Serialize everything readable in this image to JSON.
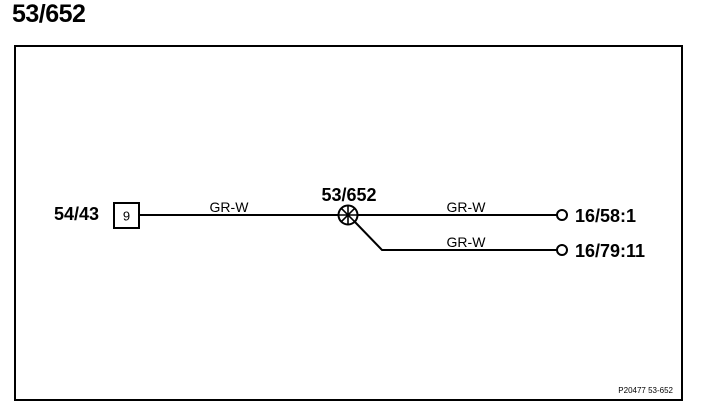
{
  "title": "53/652",
  "diagram": {
    "left_connector": {
      "label": "54/43",
      "pin": "9"
    },
    "splice": {
      "label": "53/652"
    },
    "wires": [
      {
        "label": "GR-W"
      },
      {
        "label": "GR-W"
      },
      {
        "label": "GR-W"
      }
    ],
    "terminals": [
      {
        "label": "16/58:1"
      },
      {
        "label": "16/79:11"
      }
    ],
    "reference": "P20477  53-652"
  }
}
